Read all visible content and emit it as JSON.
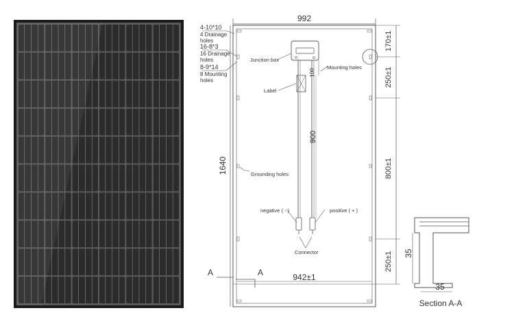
{
  "panel_photo": {
    "columns": 6,
    "rows": 10,
    "colors": {
      "frame": "#1a1a1a",
      "cell": "#2b2b2b",
      "bus": "#8a8a8a",
      "gap": "#5a5a5a"
    }
  },
  "drawing": {
    "dim_width": "992",
    "dim_height": "1640",
    "dim_inner_width": "942±1",
    "dim_top_right": "170±1",
    "dim_mid_upper": "250±1",
    "dim_mid": "800±1",
    "dim_lower": "250±1",
    "dim_cable": "900",
    "dim_box": "100",
    "labels": {
      "drain_4_title": "4-10*10",
      "drain_4_line1": "4 Drainage",
      "drain_4_line2": "holes",
      "drain_16_title": "16-8*3",
      "drain_16_line1": "16 Drainage",
      "drain_16_line2": "holes",
      "mount_8_title": "8-9*14",
      "mount_8_line1": "8 Mounting",
      "mount_8_line2": "holes",
      "junction_box": "Junction box",
      "mounting_holes": "Mounting holes",
      "label": "Label",
      "grounding_holes": "Grounding holes",
      "negative": "negative ( - )",
      "positive": "positive ( + )",
      "connector": "Connector",
      "section_mark_left": "A",
      "section_mark_right": "A"
    }
  },
  "section": {
    "dim_height": "35",
    "dim_width": "35",
    "title": "Section A-A"
  },
  "colors": {
    "line": "#555555",
    "text": "#333333"
  }
}
